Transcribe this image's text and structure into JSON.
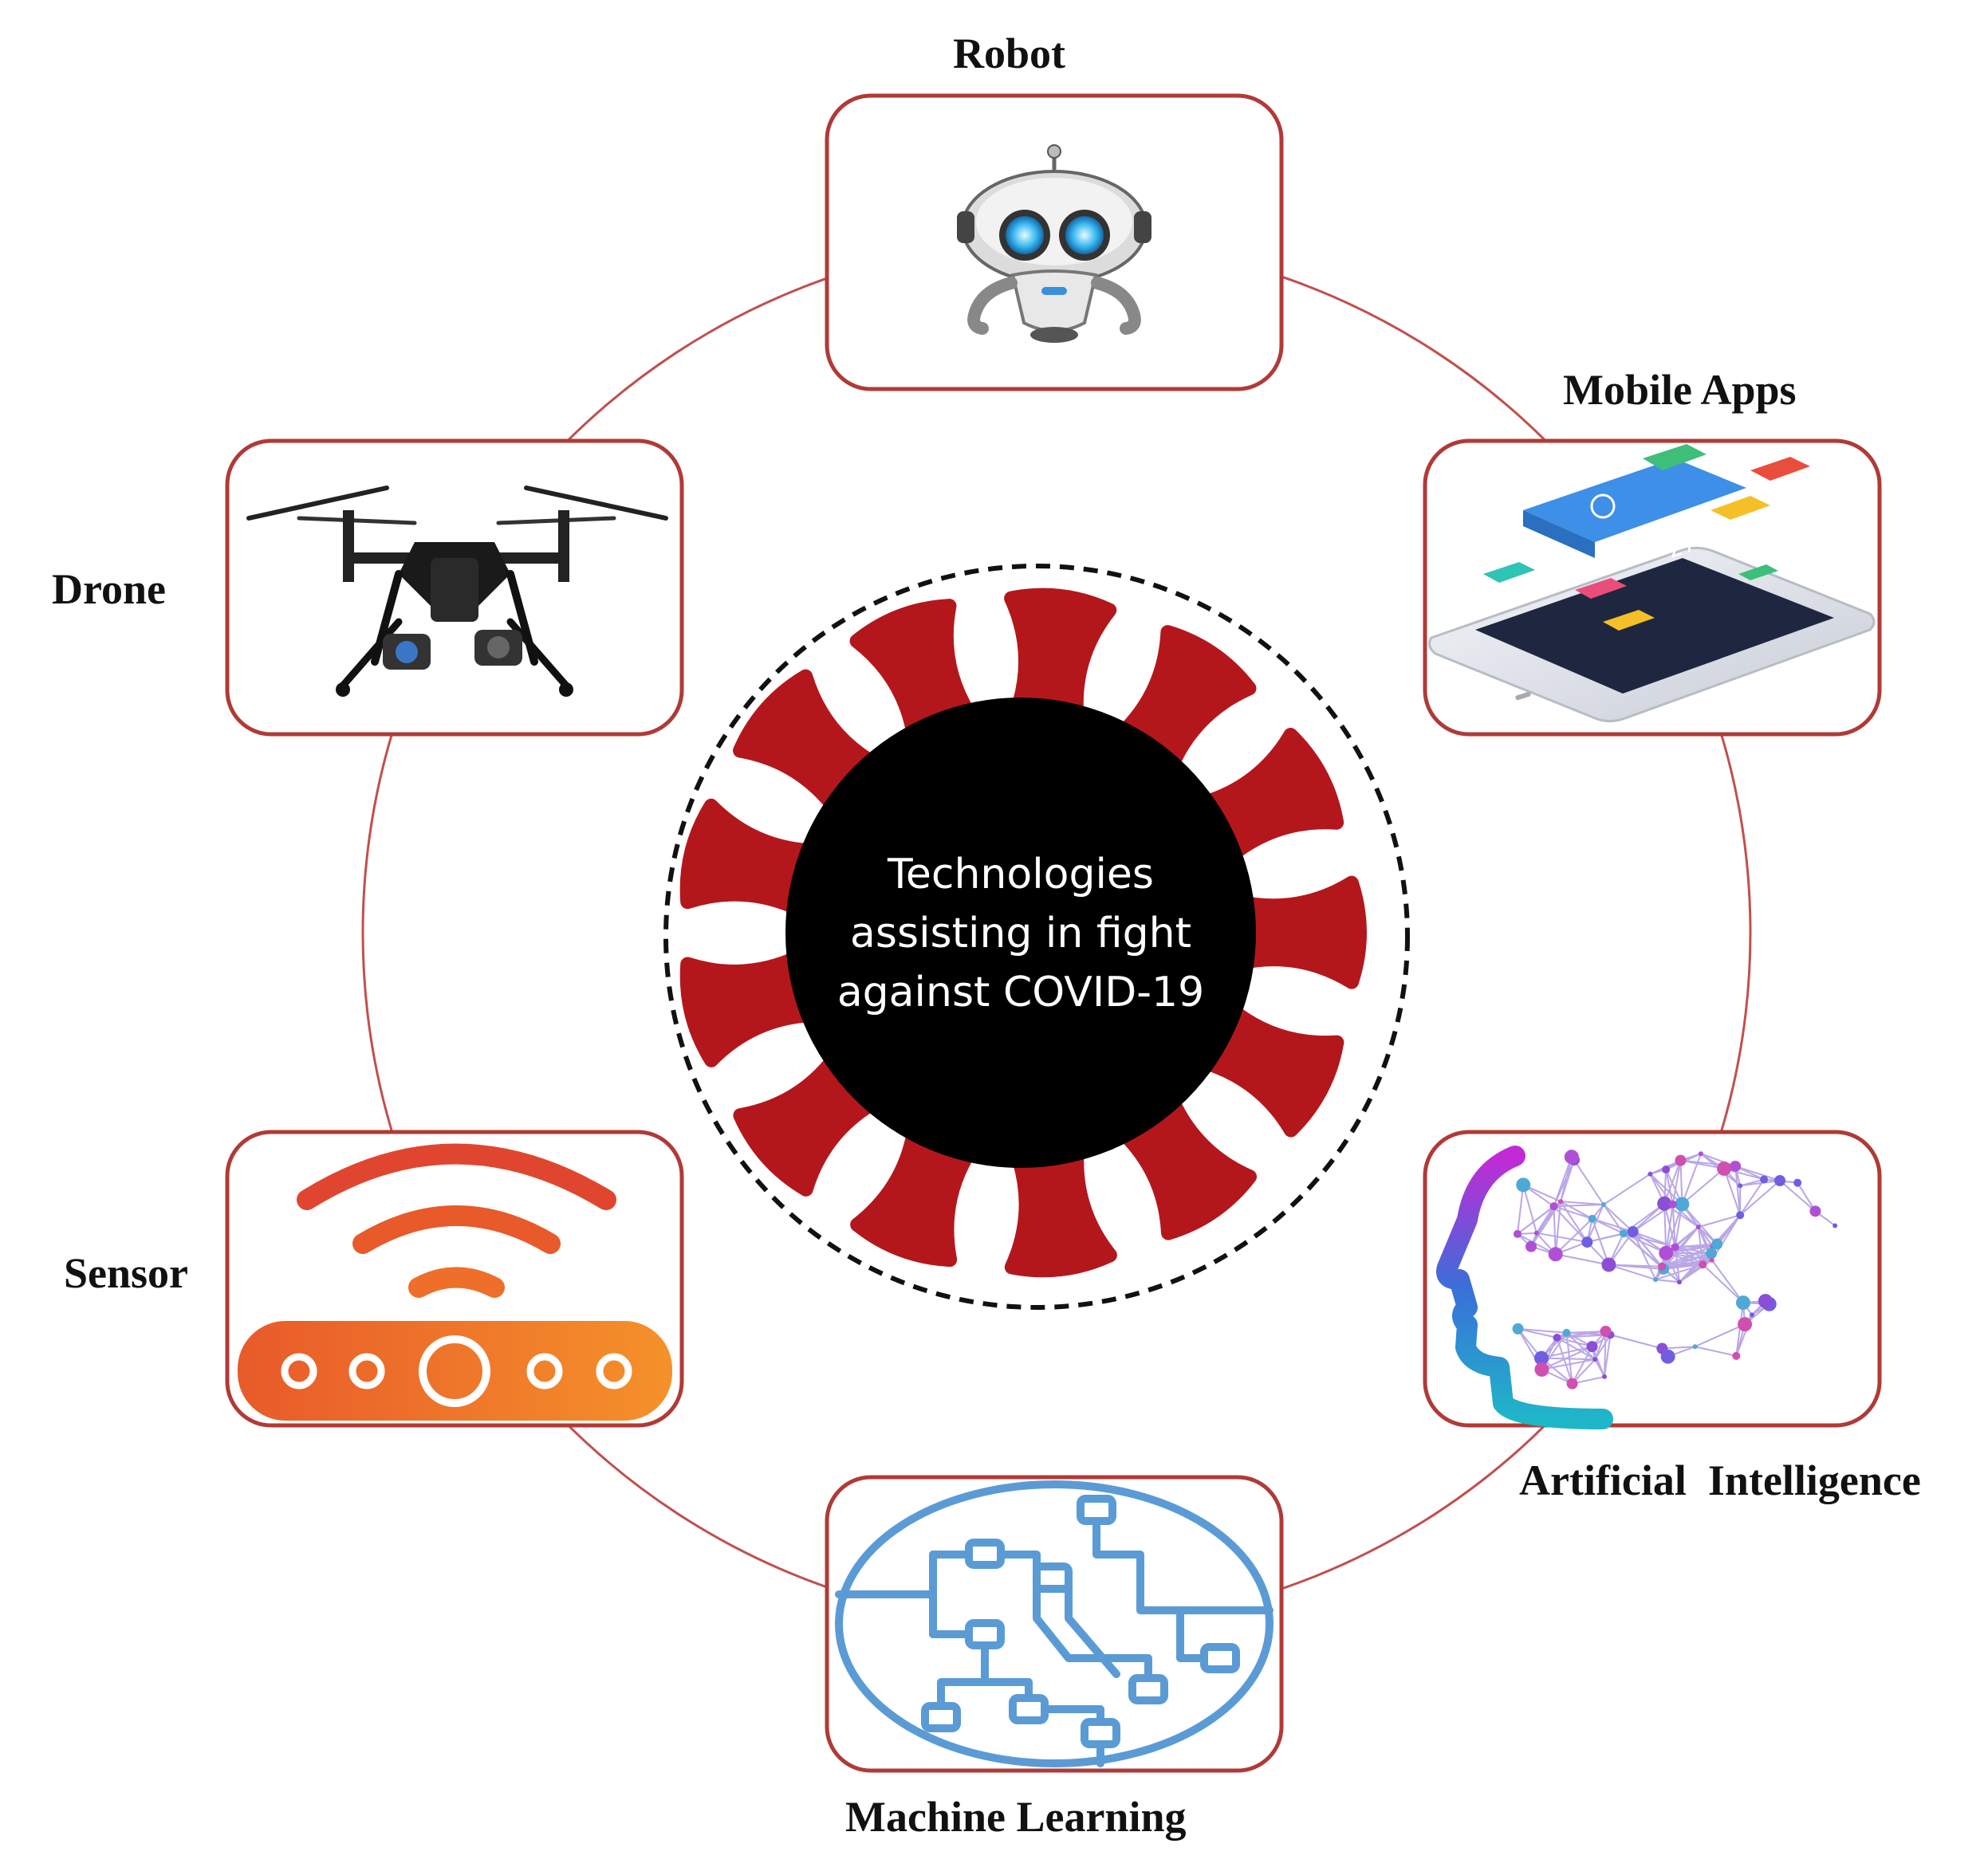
{
  "center": {
    "lines": [
      "Technologies",
      "assisting in fight",
      "against COVID-19"
    ]
  },
  "nodes": {
    "robot": {
      "label": "Robot",
      "icon": "robot-icon"
    },
    "mobile_apps": {
      "label": "Mobile Apps",
      "icon": "smartphone-apps-icon"
    },
    "artificial_intelligence": {
      "label": "Artificial  Intelligence",
      "icon": "ai-head-icon"
    },
    "machine_learning": {
      "label": "Machine Learning",
      "icon": "circuit-network-icon"
    },
    "sensor": {
      "label": "Sensor",
      "icon": "wireless-sensor-icon"
    },
    "drone": {
      "label": "Drone",
      "icon": "drone-icon"
    }
  },
  "colors": {
    "ring": "#c0504d",
    "box_border": "#b03a37",
    "virus_spike": "#b3171c",
    "virus_core": "#000000",
    "ml_blue": "#5b9bd5",
    "sensor_orange": "#f0622a"
  }
}
